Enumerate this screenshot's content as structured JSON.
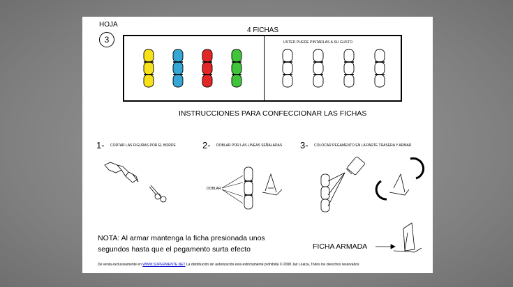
{
  "header": {
    "hoja_label": "HOJA",
    "hoja_number": "3",
    "title": "4 FICHAS",
    "paint_note": "USTED PUEDE PINTARLAS A SU GUSTO"
  },
  "colors": {
    "yellow": "#f7e21a",
    "blue": "#36a6d4",
    "red": "#e32626",
    "green": "#3fc43a"
  },
  "pieces": {
    "colored": [
      "yellow",
      "blue",
      "red",
      "green"
    ],
    "blank_count": 4
  },
  "instructions": {
    "title": "INSTRUCCIONES PARA CONFECCIONAR LAS FICHAS",
    "steps": [
      {
        "number": "1-",
        "text": "CORTAR LAS FIGURAS POR EL BORDE"
      },
      {
        "number": "2-",
        "text": "DOBLAR POR LAS LINEAS SEÑALADAS"
      },
      {
        "number": "3-",
        "text": "COLOCAR PEGAMENTO EN LA PARTE TRASERA Y ARMAR"
      }
    ],
    "fold_label": "DOBLAR"
  },
  "nota": "NOTA: Al armar mantenga la ficha presionada unos segundos hasta que el pegamento surta efecto",
  "finished_label": "FICHA ARMADA",
  "footer": {
    "prefix": "De venta exclusivamente en",
    "link": "WWW.SUPERMENTE.NET",
    "suffix": "La distribución sin autorización esta estrictamente prohibida © 2008 Jair Loaiza, Todos los derechos reservados"
  }
}
